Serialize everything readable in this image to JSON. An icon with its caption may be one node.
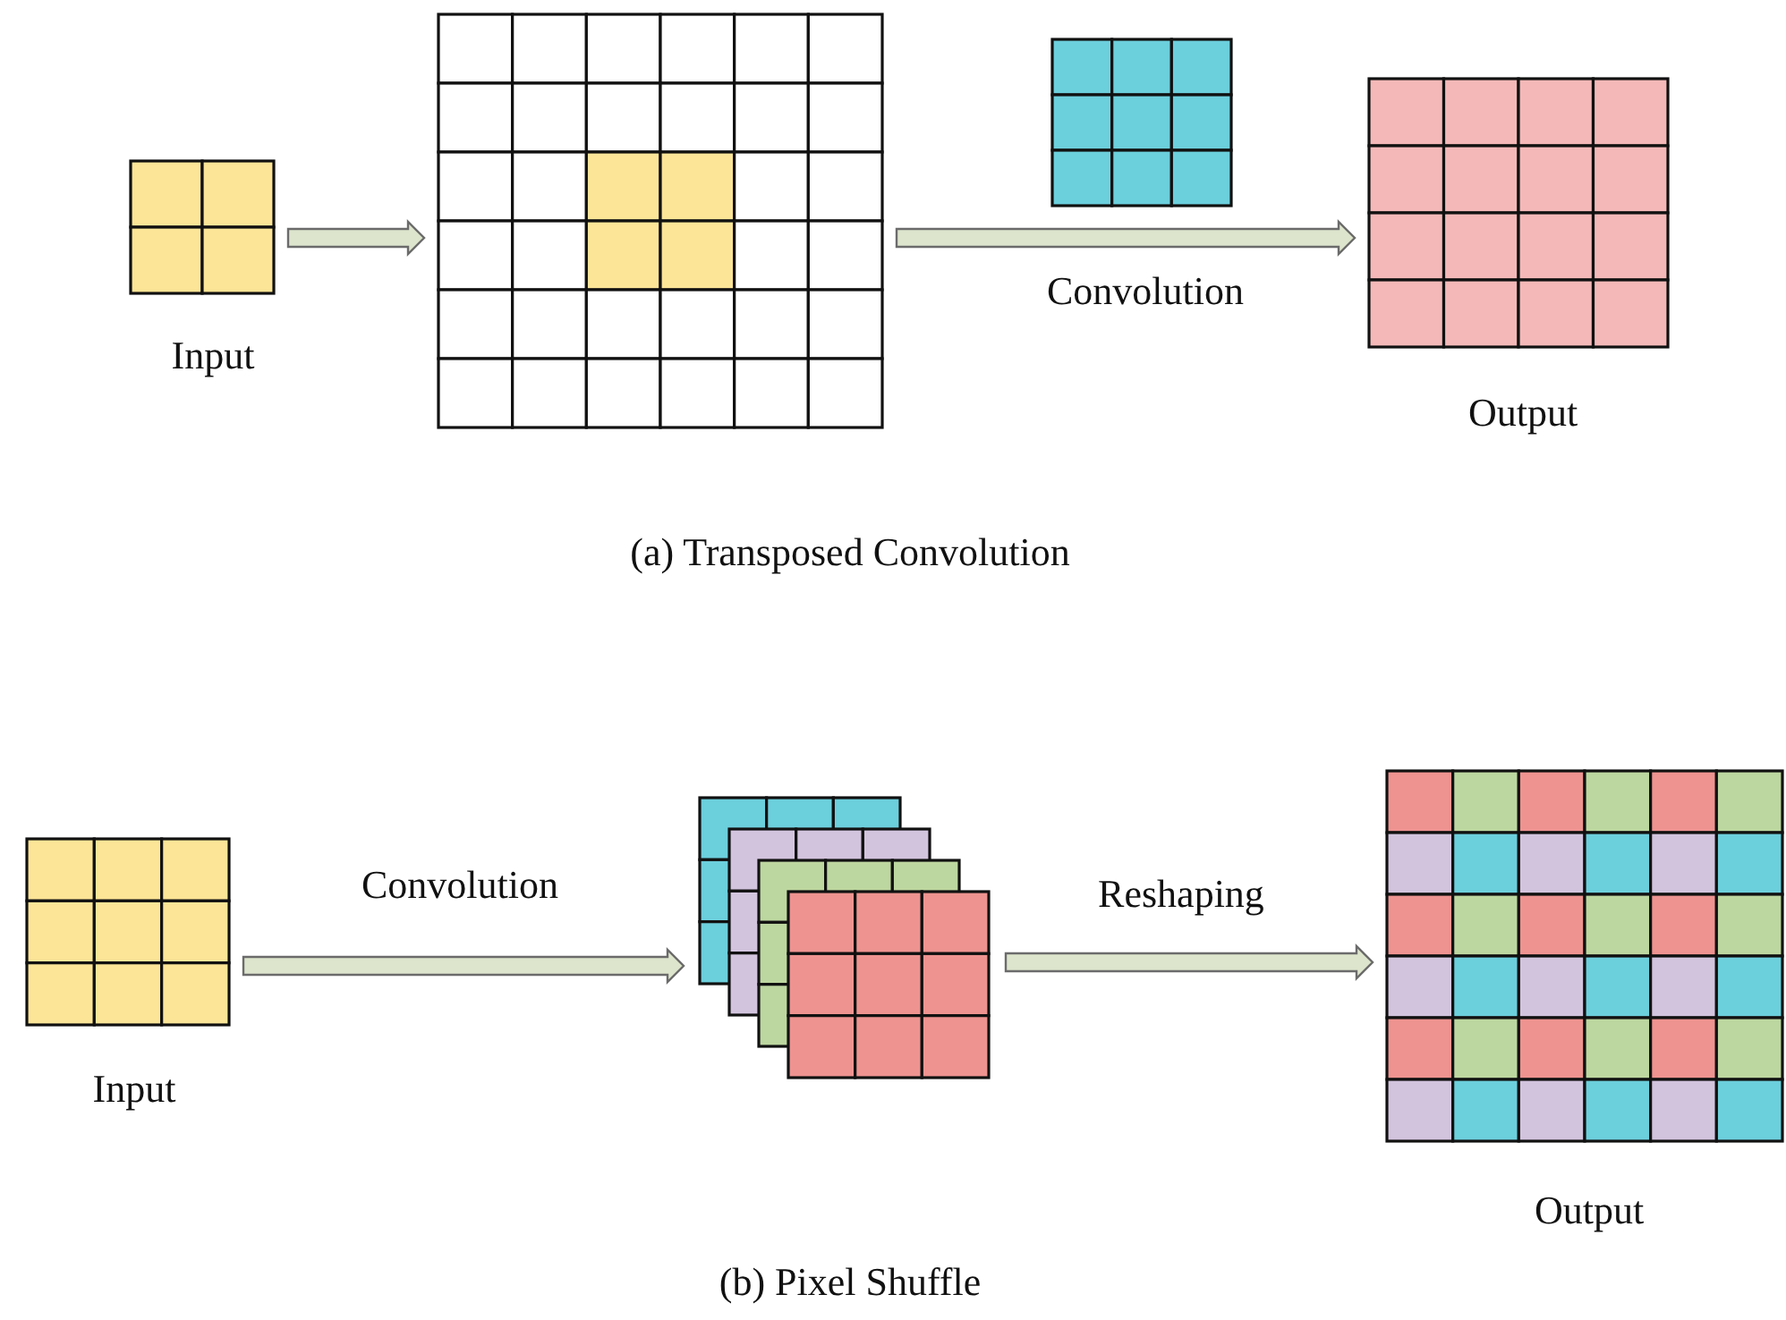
{
  "diagram": {
    "nodes": [
      {
        "text": [],
        "shape": "box",
        "beside": [
          "Input"
        ]
      },
      {
        "text": [],
        "shape": "box"
      },
      {
        "text": [],
        "shape": "box"
      },
      {
        "text": [],
        "shape": "box",
        "beside": [
          "Output"
        ]
      },
      {
        "text": [],
        "shape": "box",
        "beside": [
          "Input"
        ]
      },
      {
        "text": [],
        "shape": "box"
      },
      {
        "text": [],
        "shape": "box",
        "beside": [
          "Output"
        ]
      }
    ],
    "edges": [
      {
        "from": 0,
        "to": 1,
        "arrow": "to"
      },
      {
        "from": 1,
        "to": 3,
        "arrow": "to",
        "label": "Convolution"
      },
      {
        "from": 4,
        "to": 5,
        "arrow": "to",
        "label": "Convolution"
      },
      {
        "from": 5,
        "to": 6,
        "arrow": "to",
        "label": "Reshaping"
      }
    ],
    "labels": [
      "(a) Transposed Convolution",
      "(b) Pixel Shuffle"
    ]
  }
}
